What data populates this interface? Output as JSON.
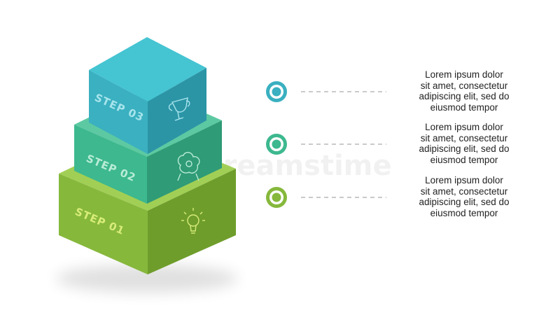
{
  "watermark": "dreamstime",
  "steps": [
    {
      "label": "STEP 01",
      "icon": "lightbulb-icon",
      "color": "#86b83c",
      "description": [
        "Lorem ipsum dolor",
        "sit amet, consectetur",
        "adipiscing elit, sed do",
        "eiusmod tempor"
      ]
    },
    {
      "label": "STEP 02",
      "icon": "brain-gear-icon",
      "color": "#3db88f",
      "description": [
        "Lorem ipsum dolor",
        "sit amet, consectetur",
        "adipiscing elit, sed do",
        "eiusmod tempor"
      ]
    },
    {
      "label": "STEP 03",
      "icon": "trophy-icon",
      "color": "#3ab7c8",
      "description": [
        "Lorem ipsum dolor",
        "sit amet, consectetur",
        "adipiscing elit, sed do",
        "eiusmod tempor"
      ]
    }
  ]
}
